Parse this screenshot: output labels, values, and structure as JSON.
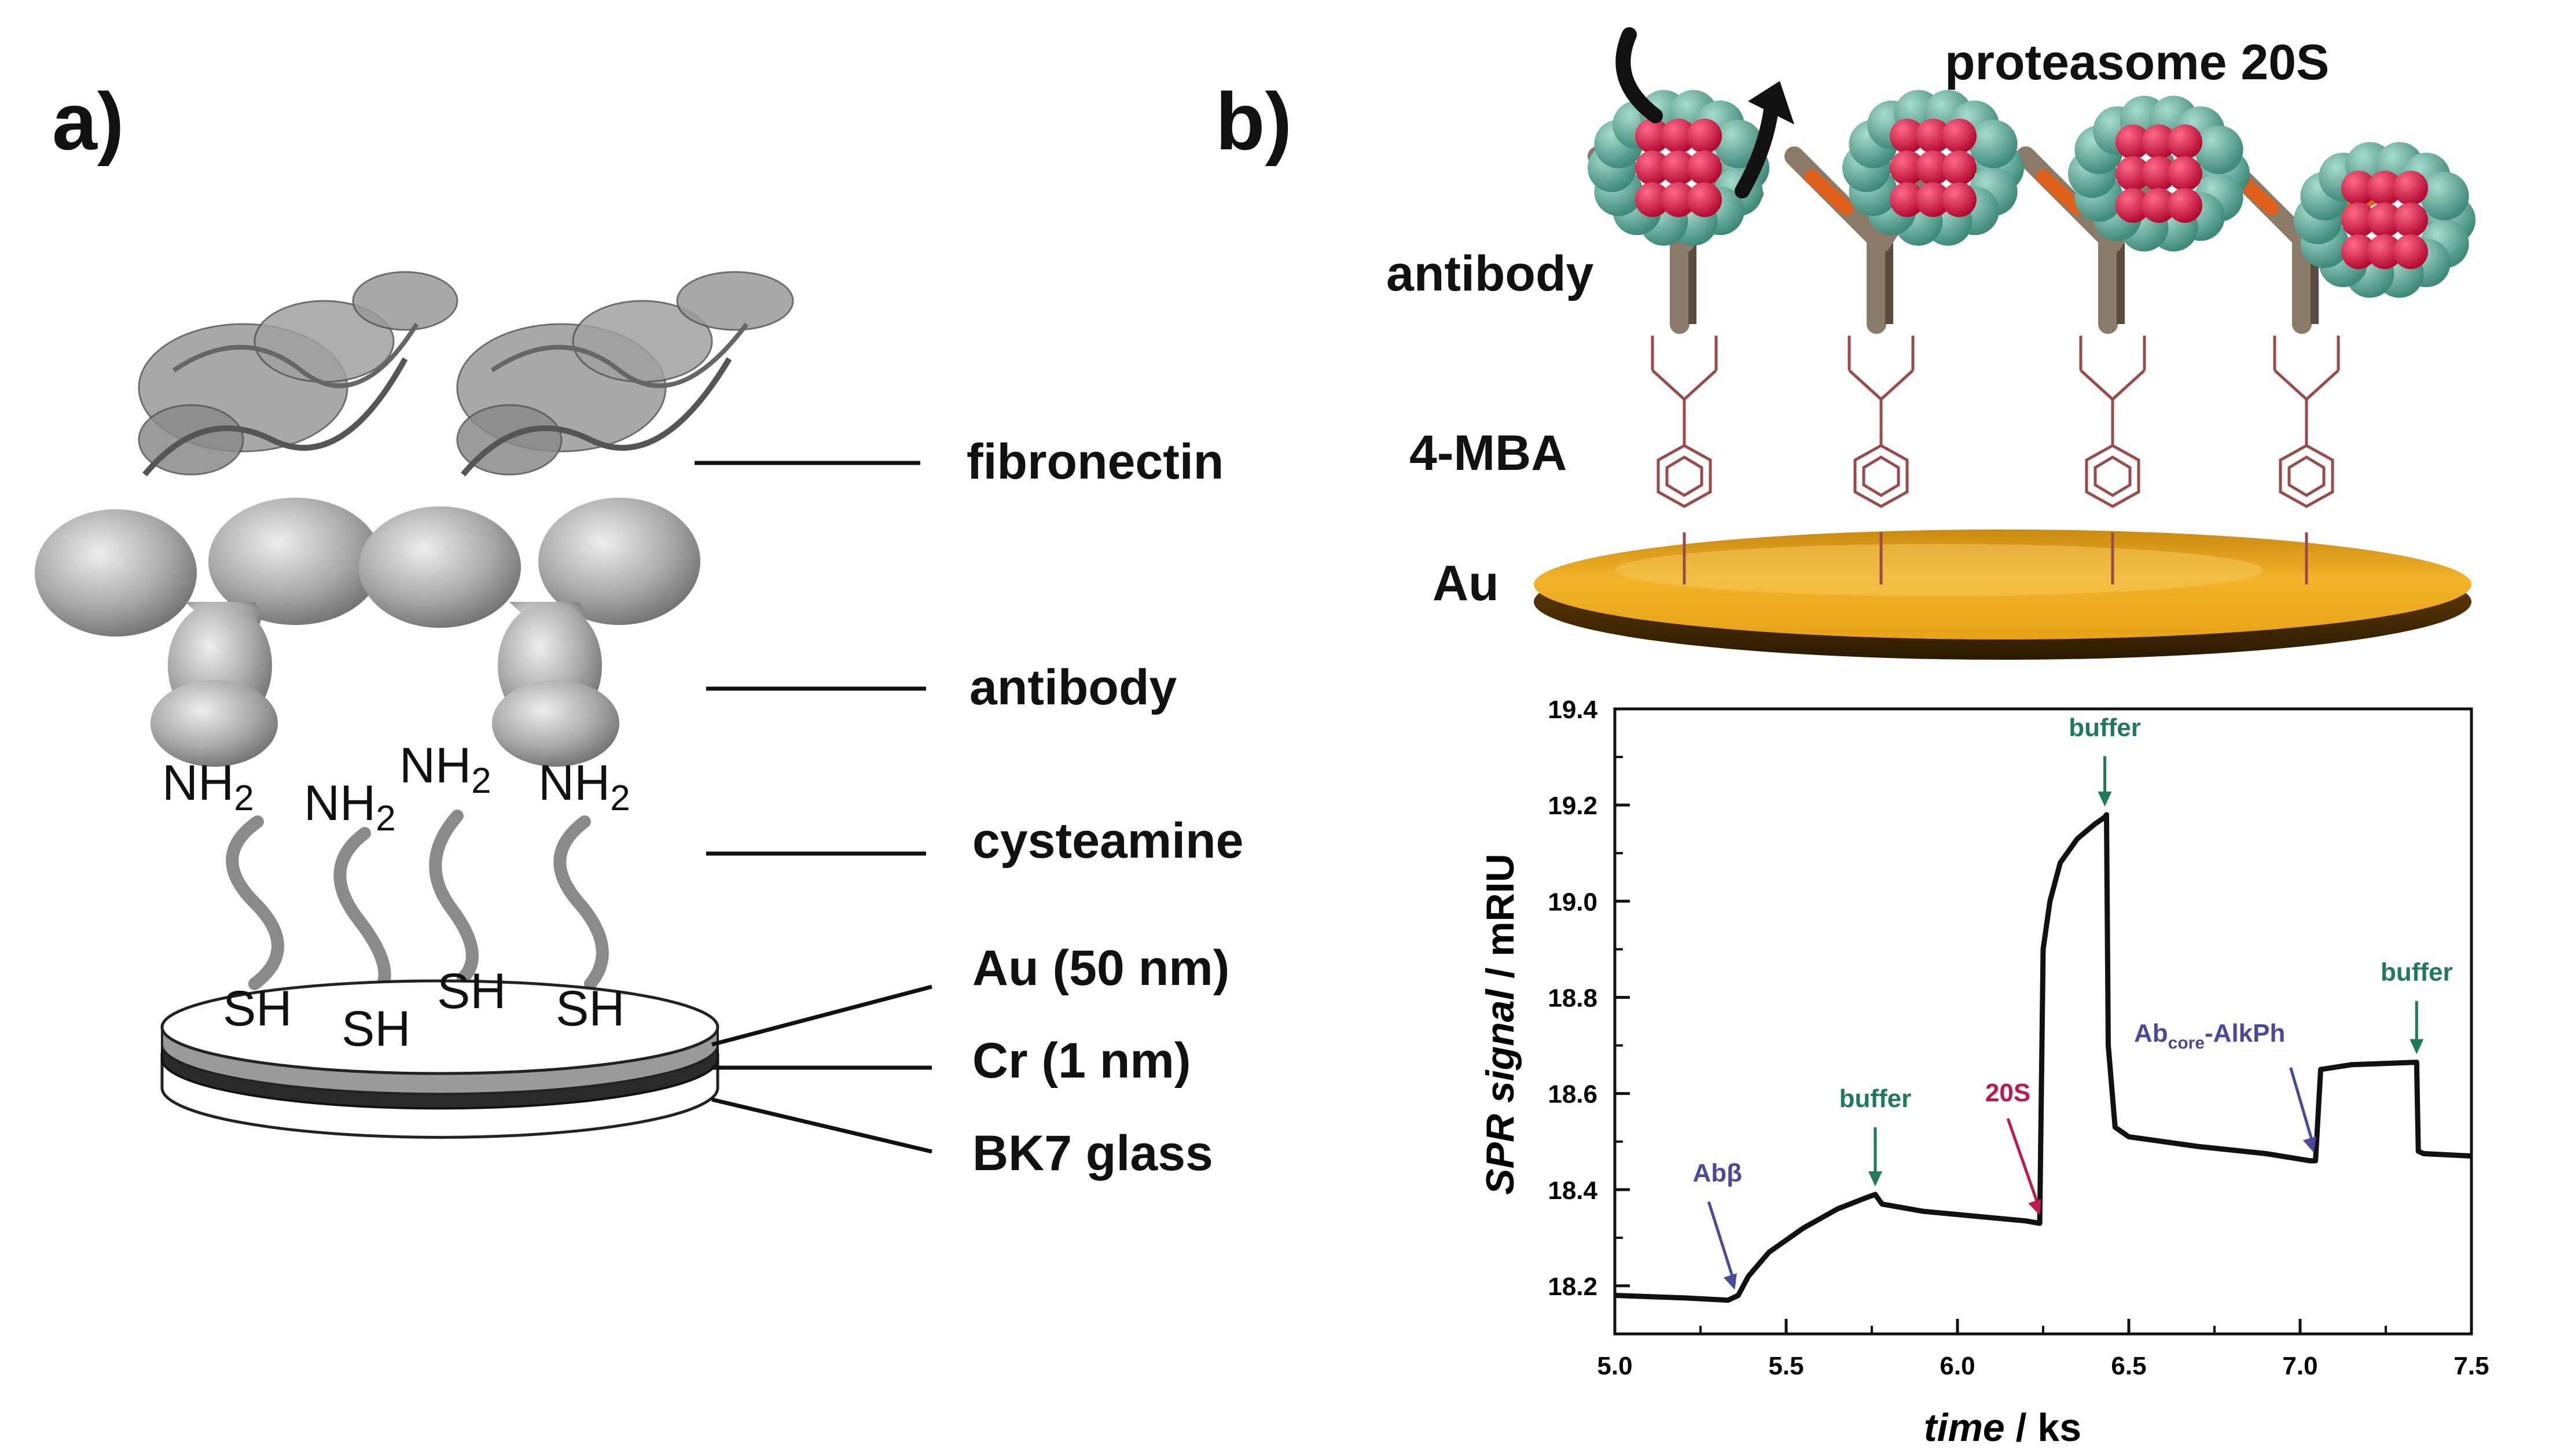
{
  "panel_a": {
    "letter": "a)",
    "labels": {
      "fibronectin": "fibronectin",
      "antibody": "antibody",
      "cysteamine": "cysteamine",
      "au": "Au (50 nm)",
      "cr": "Cr (1 nm)",
      "glass": "BK7 glass"
    },
    "amine": "NH",
    "amine_sub": "2",
    "thiol": "SH"
  },
  "panel_b": {
    "letter": "b)",
    "labels": {
      "proteasome": "proteasome 20S",
      "antibody": "antibody",
      "mba": "4-MBA",
      "au": "Au"
    },
    "colors": {
      "gold": "#e8a317",
      "antibody_body": "#8a7a68",
      "antibody_tip": "#e0601a",
      "proteasome_core": "#d0103a",
      "proteasome_shell": "#4f9f8e",
      "linker": "#9b4a4a"
    }
  },
  "chart_data": {
    "type": "line",
    "xlabel_main": "time",
    "xlabel_unit": "ks",
    "ylabel_main": "SPR signal",
    "ylabel_unit": "mRIU",
    "xlim": [
      5.0,
      7.5
    ],
    "ylim": [
      18.1,
      19.4
    ],
    "x_ticks": [
      5.0,
      5.5,
      6.0,
      6.5,
      7.0,
      7.5
    ],
    "x_tick_labels": [
      "5.0",
      "5.5",
      "6.0",
      "6.5",
      "7.0",
      "7.5"
    ],
    "y_ticks": [
      18.2,
      18.4,
      18.6,
      18.8,
      19.0,
      19.2,
      19.4
    ],
    "y_tick_labels": [
      "18.2",
      "18.4",
      "18.6",
      "18.8",
      "19.0",
      "19.2",
      "19.4"
    ],
    "series": [
      {
        "x": [
          5.0,
          5.2,
          5.33,
          5.36,
          5.39,
          5.45,
          5.55,
          5.65,
          5.74,
          5.76,
          5.78,
          5.9,
          6.05,
          6.2,
          6.24,
          6.25,
          6.27,
          6.3,
          6.35,
          6.4,
          6.43,
          6.435,
          6.44,
          6.46,
          6.5,
          6.7,
          6.9,
          7.03,
          7.045,
          7.06,
          7.15,
          7.34,
          7.345,
          7.36,
          7.5
        ],
        "y": [
          18.18,
          18.175,
          18.17,
          18.18,
          18.22,
          18.27,
          18.32,
          18.36,
          18.385,
          18.39,
          18.37,
          18.355,
          18.345,
          18.335,
          18.33,
          18.9,
          19.0,
          19.08,
          19.13,
          19.16,
          19.175,
          19.18,
          18.7,
          18.53,
          18.51,
          18.49,
          18.475,
          18.46,
          18.46,
          18.65,
          18.66,
          18.665,
          18.48,
          18.475,
          18.47
        ]
      }
    ],
    "annotations": [
      {
        "text": "Ab",
        "text_greek": "β",
        "x": 5.35,
        "y": 18.175,
        "color": "#4a4a9a"
      },
      {
        "text": "buffer",
        "x": 5.76,
        "y": 18.39,
        "color": "#1f7a5a"
      },
      {
        "text": "20S",
        "x": 6.24,
        "y": 18.33,
        "color": "#c0184a"
      },
      {
        "text": "buffer",
        "x": 6.43,
        "y": 19.18,
        "color": "#1f7a5a"
      },
      {
        "text": "Ab",
        "text_sub": "core",
        "text_tail": "-AlkPh",
        "x": 7.04,
        "y": 18.46,
        "color": "#4a4a9a"
      },
      {
        "text": "buffer",
        "x": 7.34,
        "y": 18.665,
        "color": "#1f7a5a"
      }
    ]
  }
}
